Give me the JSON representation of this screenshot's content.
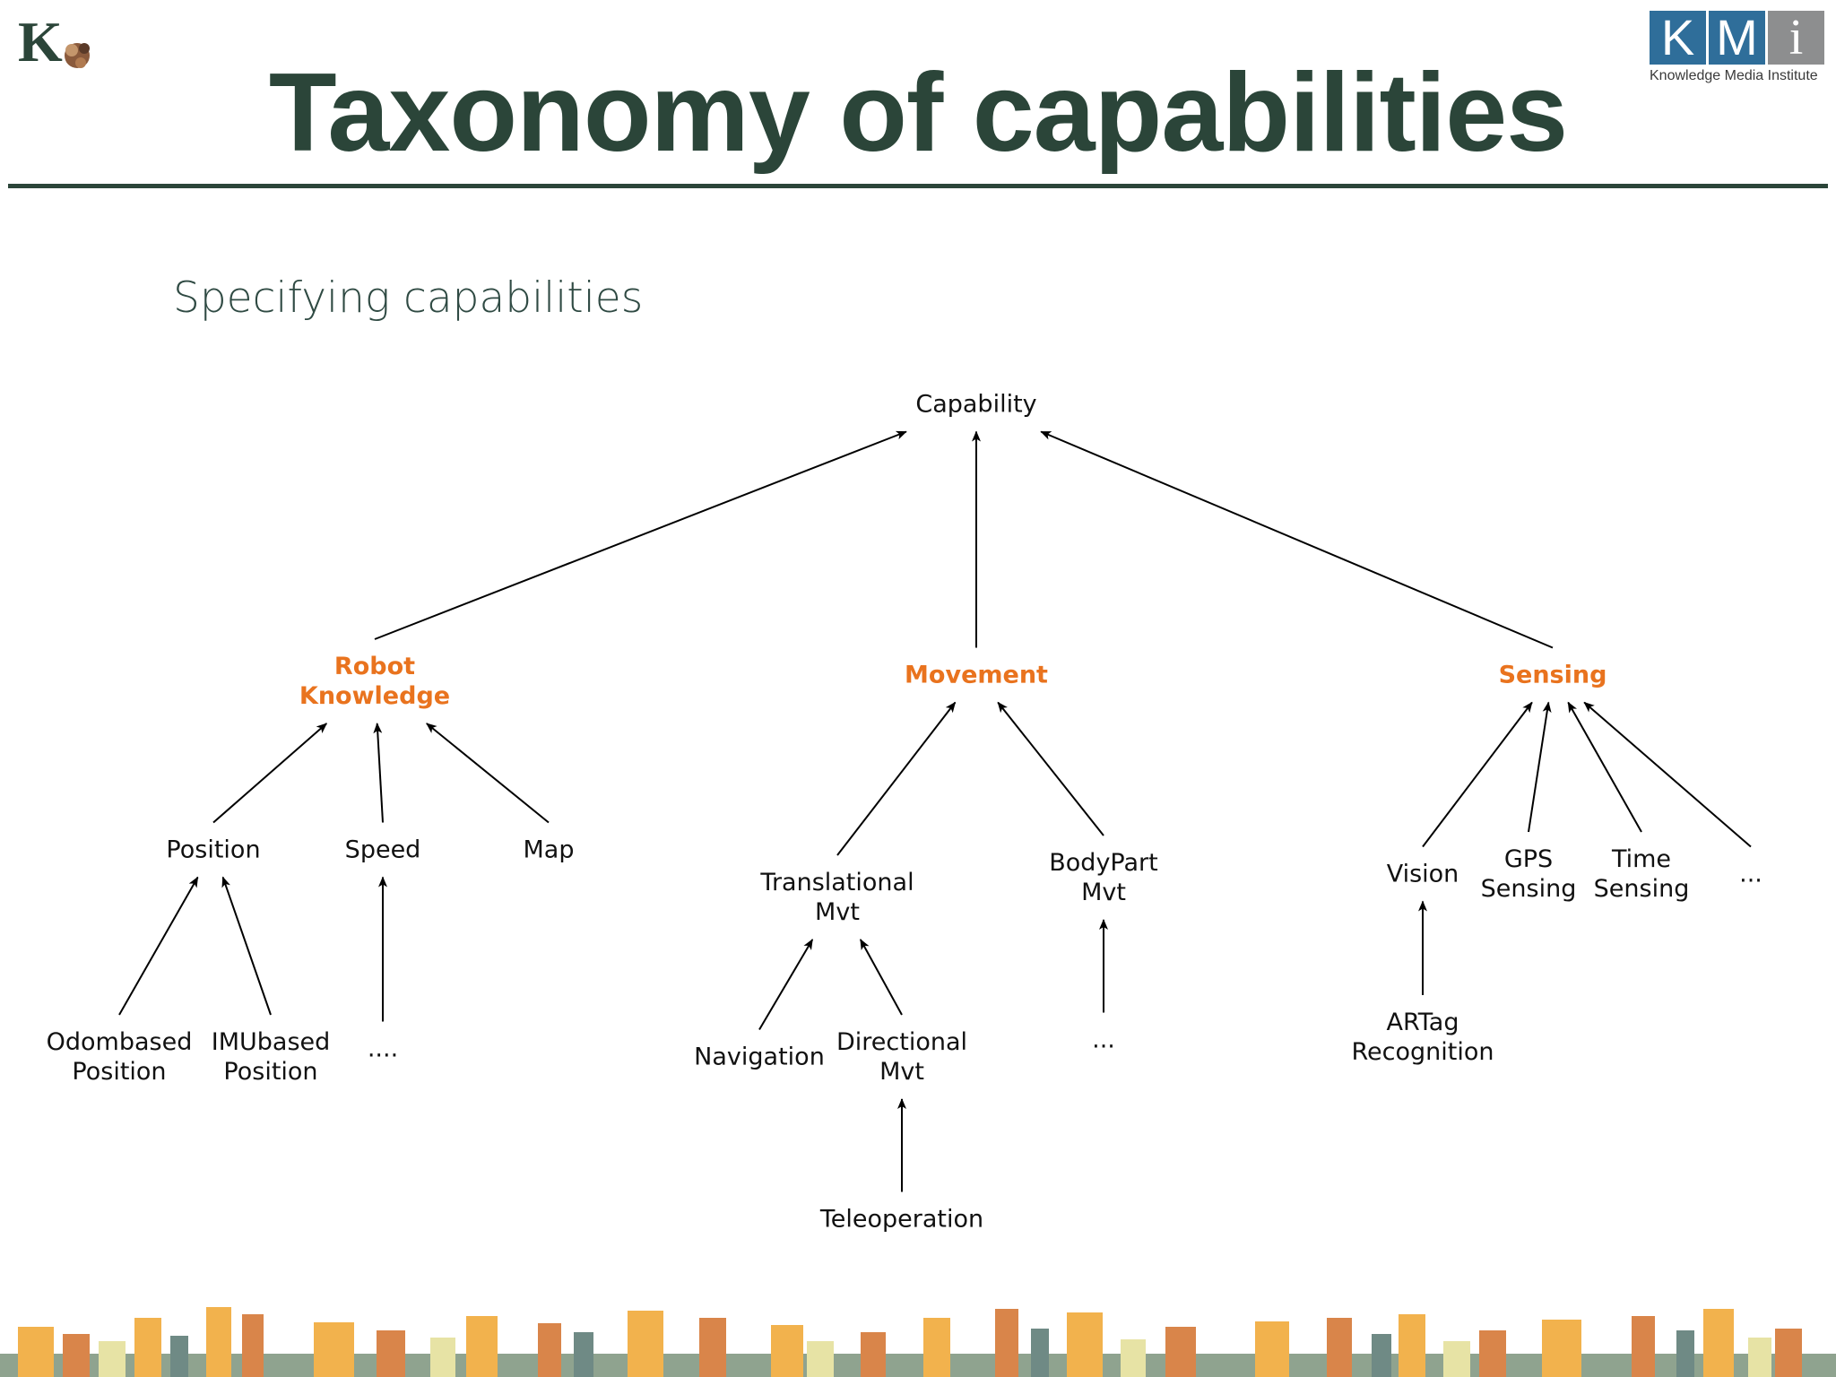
{
  "slide": {
    "title": "Taxonomy of capabilities",
    "subtitle": "Specifying capabilities",
    "kmi_logo": {
      "letters": [
        "K",
        "M",
        "i"
      ],
      "caption": "Knowledge Media Institute"
    },
    "colors": {
      "title": "#2b4539",
      "category": "#e9731e",
      "kmi_blue": "#2f6e9a"
    }
  },
  "diagram": {
    "nodes": {
      "capability": "Capability",
      "robot_knowledge": "Robot\nKnowledge",
      "movement": "Movement",
      "sensing": "Sensing",
      "position": "Position",
      "speed": "Speed",
      "map": "Map",
      "odombased_position": "Odombased\nPosition",
      "imubased_position": "IMUbased\nPosition",
      "speed_more": "....",
      "translational_mvt": "Translational\nMvt",
      "bodypart_mvt": "BodyPart\nMvt",
      "navigation": "Navigation",
      "directional_mvt": "Directional\nMvt",
      "bodypart_more": "...",
      "teleoperation": "Teleoperation",
      "vision": "Vision",
      "gps_sensing": "GPS\nSensing",
      "time_sensing": "Time\nSensing",
      "sensing_more": "...",
      "artag_recognition": "ARTag\nRecognition"
    },
    "edges": [
      [
        "robot_knowledge",
        "capability"
      ],
      [
        "movement",
        "capability"
      ],
      [
        "sensing",
        "capability"
      ],
      [
        "position",
        "robot_knowledge"
      ],
      [
        "speed",
        "robot_knowledge"
      ],
      [
        "map",
        "robot_knowledge"
      ],
      [
        "odombased_position",
        "position"
      ],
      [
        "imubased_position",
        "position"
      ],
      [
        "speed_more",
        "speed"
      ],
      [
        "translational_mvt",
        "movement"
      ],
      [
        "bodypart_mvt",
        "movement"
      ],
      [
        "navigation",
        "translational_mvt"
      ],
      [
        "directional_mvt",
        "translational_mvt"
      ],
      [
        "teleoperation",
        "directional_mvt"
      ],
      [
        "bodypart_more",
        "bodypart_mvt"
      ],
      [
        "vision",
        "sensing"
      ],
      [
        "gps_sensing",
        "sensing"
      ],
      [
        "time_sensing",
        "sensing"
      ],
      [
        "sensing_more",
        "sensing"
      ],
      [
        "artag_recognition",
        "vision"
      ]
    ]
  }
}
